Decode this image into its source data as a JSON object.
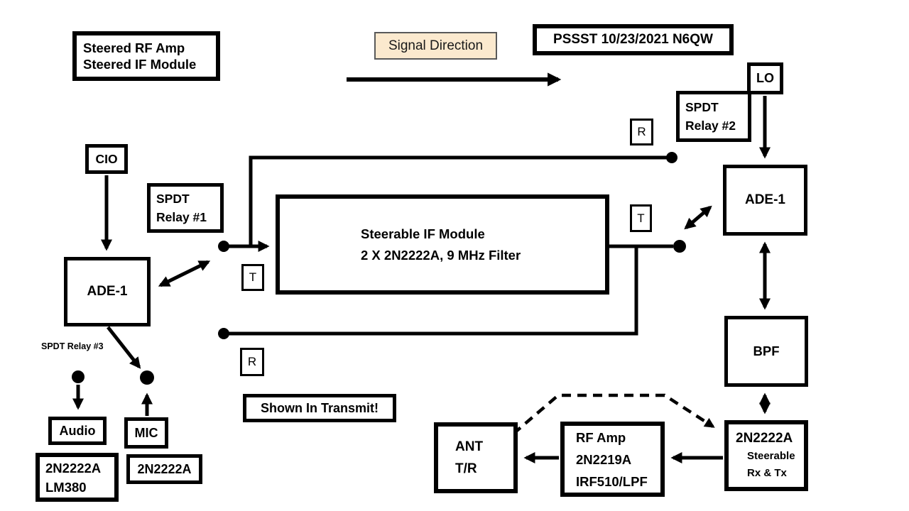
{
  "header": {
    "title_line1": "Steered RF Amp",
    "title_line2": "Steered IF Module",
    "signal_direction": "Signal Direction",
    "stamp": "PSSST 10/23/2021 N6QW"
  },
  "blocks": {
    "cio": "CIO",
    "lo": "LO",
    "relay1_line1": "SPDT",
    "relay1_line2": "Relay #1",
    "relay2_line1": "SPDT",
    "relay2_line2": "Relay #2",
    "relay3": "SPDT Relay #3",
    "ade1_left": "ADE-1",
    "ade1_right": "ADE-1",
    "if_line1": "Steerable IF Module",
    "if_line2": "2 X 2N2222A, 9 MHz Filter",
    "bpf": "BPF",
    "audio": "Audio",
    "mic": "MIC",
    "audio_amp_line1": "2N2222A",
    "audio_amp_line2": "LM380",
    "mic_amp": "2N2222A",
    "ant_line1": "ANT",
    "ant_line2": "T/R",
    "rf_amp_line1": "RF Amp",
    "rf_amp_line2": "2N2219A",
    "rf_amp_line3": "IRF510/LPF",
    "tx_amp_line1": "2N2222A",
    "tx_amp_line2": "Steerable",
    "tx_amp_line3": "Rx & Tx"
  },
  "switch_labels": {
    "t_input": "T",
    "t_output": "T",
    "r_top": "R",
    "r_bottom": "R"
  },
  "note": "Shown In Transmit!",
  "colors": {
    "ink": "#000000",
    "paper": "#ffffff",
    "signal_box_fill": "#fbe9ce",
    "signal_box_border": "#595959"
  }
}
